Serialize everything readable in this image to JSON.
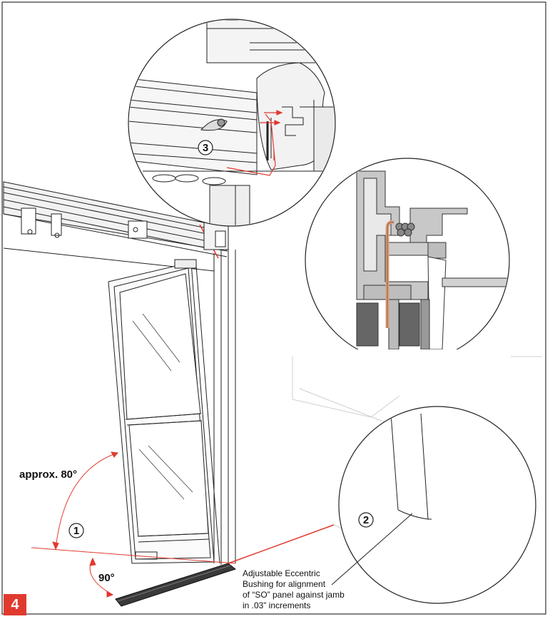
{
  "angles": {
    "approx": "approx. 80°",
    "right": "90°"
  },
  "callouts": {
    "one": "1",
    "two": "2",
    "three": "3"
  },
  "note_lines": [
    "Adjustable Eccentric",
    "Bushing for alignment",
    "of “SO” panel against jamb",
    "in .03” increments"
  ],
  "step_number": "4",
  "colors": {
    "accent_red": "#e03a2f",
    "cable_copper": "#d9a080",
    "profile_gray": "#c8c8c8"
  }
}
